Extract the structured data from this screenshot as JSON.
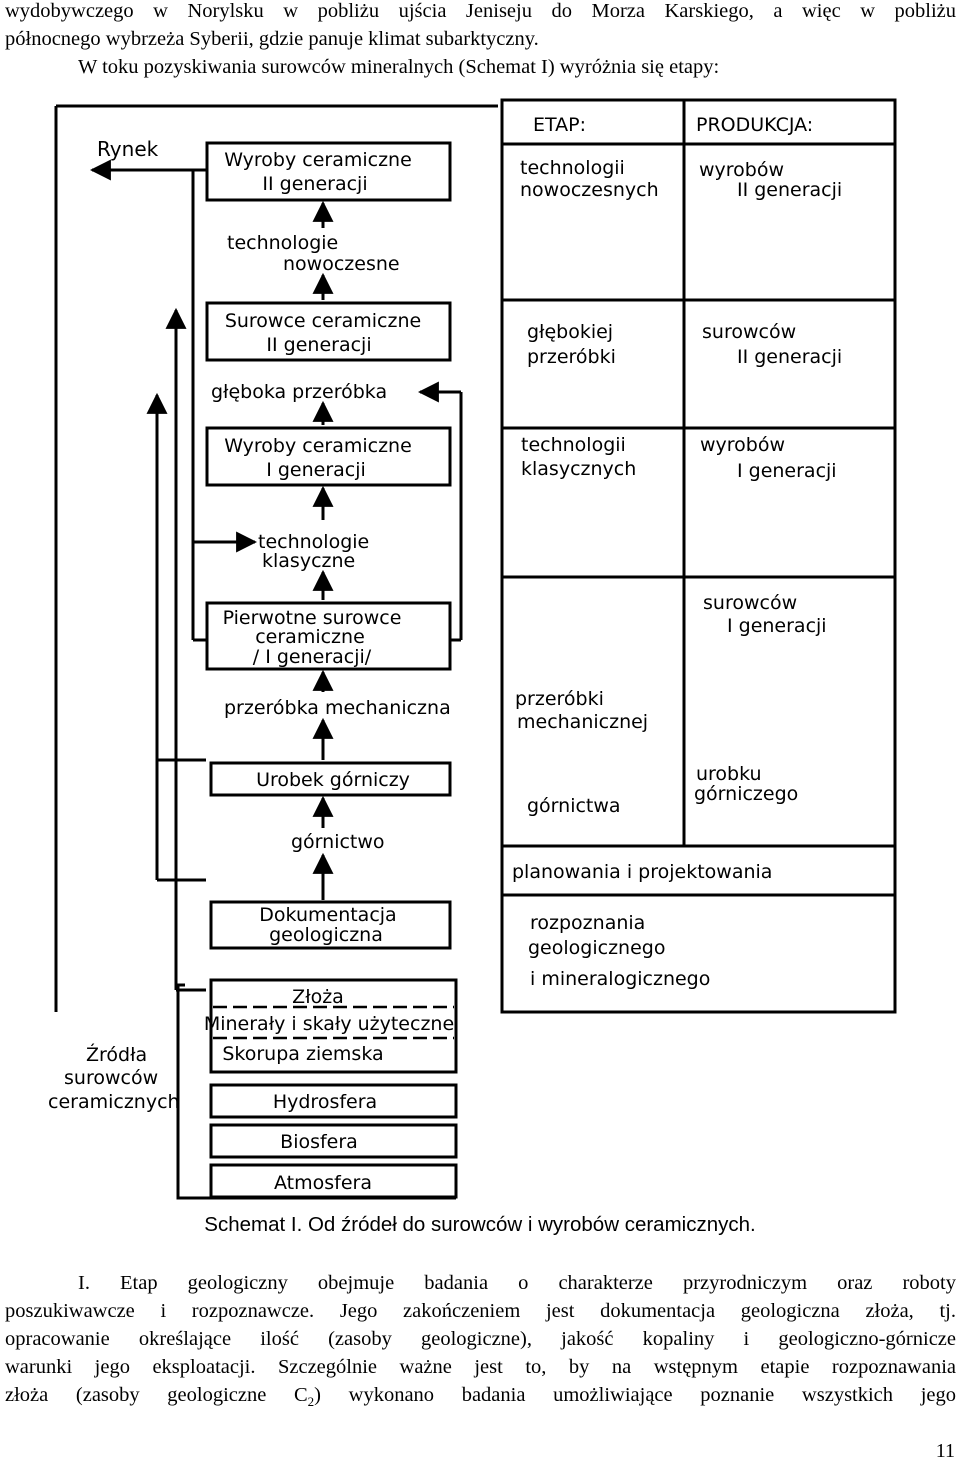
{
  "intro": {
    "line1": "wydobywczego w Norylsku w pobliżu ujścia Jeniseju do Morza Karskiego, a więc w pobliżu",
    "line2": "północnego wybrzeża Syberii, gdzie panuje klimat subarktyczny.",
    "line3": "W toku pozyskiwania surowców mineralnych (Schemat I) wyróżnia się etapy:"
  },
  "schema": {
    "market": "Rynek",
    "sources": [
      "Źródła",
      "surowców",
      "ceramicznych"
    ],
    "boxes": {
      "products2": [
        "Wyroby ceramiczne",
        "II generacji"
      ],
      "materials2": [
        "Surowce ceramiczne",
        "II generacji"
      ],
      "products1": [
        "Wyroby ceramiczne",
        "I generacji"
      ],
      "primary": [
        "Pierwotne surowce",
        "ceramiczne",
        "/ I generacji/"
      ],
      "output": "Urobek górniczy",
      "documentation": [
        "Dokumentacja",
        "geologiczna"
      ],
      "deposits": "Złoża",
      "minerals": "Minerały i skały użyteczne",
      "crust": "Skorupa ziemska",
      "hydrosphere": "Hydrosfera",
      "biosphere": "Biosfera",
      "atmosphere": "Atmosfera"
    },
    "processes": {
      "modern_tech": [
        "technologie",
        "nowoczesne"
      ],
      "deep_processing": "głęboka przeróbka",
      "classic_tech": [
        "technologie",
        "klasyczne"
      ],
      "mech_processing": "przeróbka mechaniczna",
      "mining": "górnictwo"
    },
    "table": {
      "stage_header": "ETAP:",
      "production_header": "PRODUKCJA:",
      "rows": [
        {
          "stage": [
            "technologii",
            "nowoczesnych"
          ],
          "production": [
            "wyrobów",
            "II generacji"
          ]
        },
        {
          "stage": [
            "głębokiej",
            "przeróbki"
          ],
          "production": [
            "surowców",
            "II generacji"
          ]
        },
        {
          "stage": [
            "technologii",
            "klasycznych"
          ],
          "production": [
            "wyrobów",
            "I generacji"
          ]
        },
        {
          "stage": [],
          "production": [
            "surowców",
            "I generacji"
          ]
        },
        {
          "stage": [
            "przeróbki",
            "mechanicznej"
          ],
          "production": []
        },
        {
          "stage": [
            "górnictwa"
          ],
          "production": [
            "urobku",
            "górniczego"
          ]
        }
      ],
      "planning": "planowania i projektowania",
      "recognition": [
        "rozpoznania",
        "geologicznego",
        "i mineralogicznego"
      ]
    }
  },
  "caption": "Schemat I. Od źródeł do surowców i wyrobów ceramicznych.",
  "body": {
    "line1": "I. Etap geologiczny obejmuje badania o charakterze przyrodniczym oraz roboty",
    "line2": "poszukiwawcze i rozpoznawcze. Jego zakończeniem jest dokumentacja geologiczna złoża, tj.",
    "line3": "opracowanie określające ilość (zasoby geologiczne), jakość kopaliny i geologiczno-górnicze",
    "line4": "warunki jego eksploatacji. Szczególnie ważne jest to, by na wstępnym etapie rozpoznawania",
    "line5_a": "złoża (zasoby geologiczne C",
    "line5_sub": "2",
    "line5_b": ") wykonano badania umożliwiające poznanie wszystkich jego"
  },
  "page_number": "11"
}
